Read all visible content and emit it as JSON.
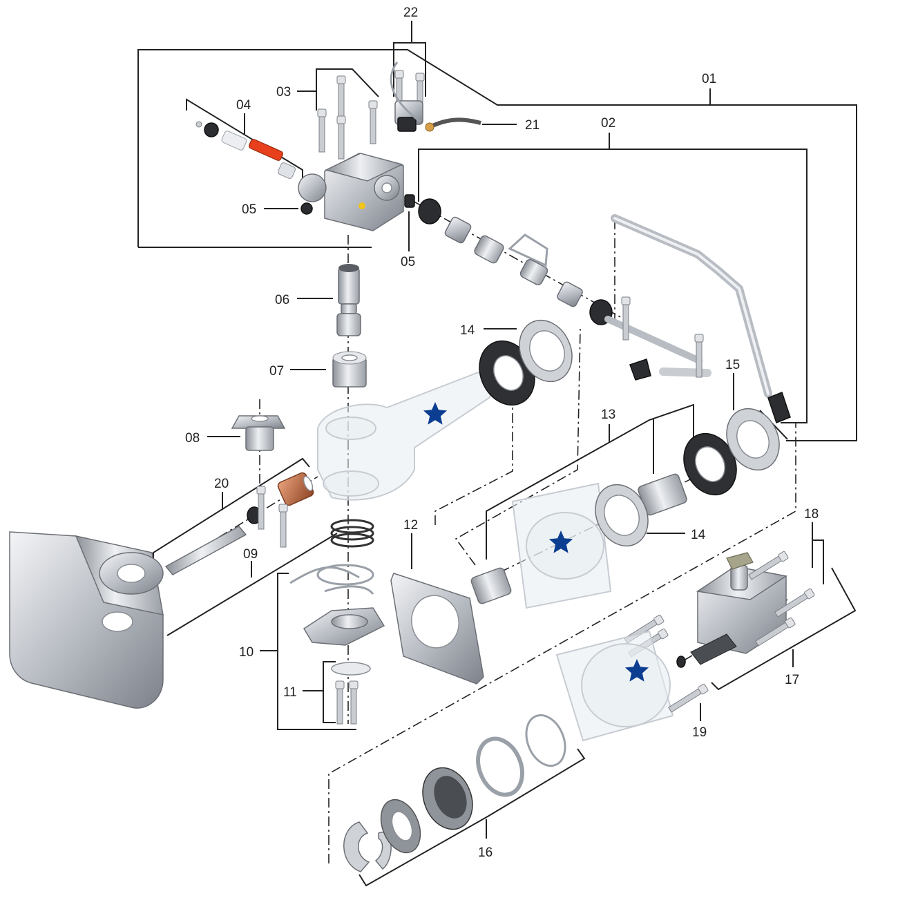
{
  "labels": {
    "p01": "01",
    "p02": "02",
    "p03": "03",
    "p04": "04",
    "p05a": "05",
    "p05b": "05",
    "p06": "06",
    "p07": "07",
    "p08": "08",
    "p09": "09",
    "p10": "10",
    "p11": "11",
    "p12": "12",
    "p13": "13",
    "p14a": "14",
    "p14b": "14",
    "p15": "15",
    "p16": "16",
    "p17": "17",
    "p18": "18",
    "p19": "19",
    "p20": "20",
    "p21": "21",
    "p22": "22"
  },
  "colors": {
    "star": "#0b3d91",
    "line": "#222222",
    "accent_red": "#e8401d",
    "copper": "#b5623a"
  }
}
